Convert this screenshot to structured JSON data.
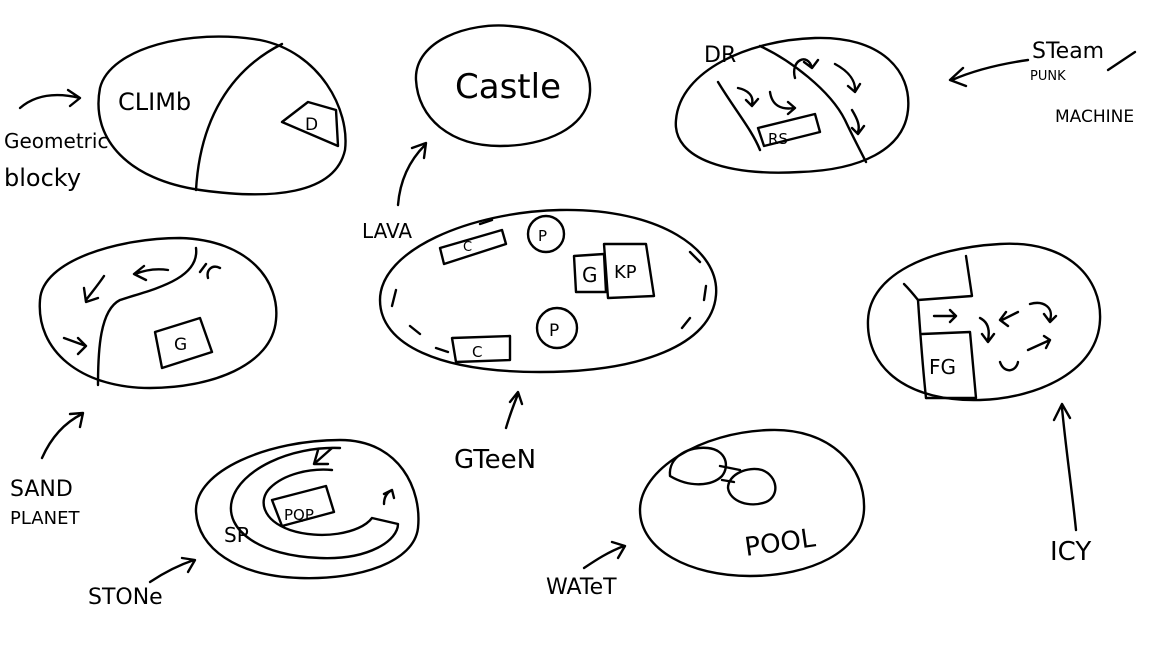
{
  "diagram": {
    "islands": [
      {
        "id": "climb",
        "label": "CLIMb",
        "room": "D",
        "annotation": [
          "Geometric",
          "blocky"
        ]
      },
      {
        "id": "castle",
        "label": "Castle",
        "annotation": [
          "LAVA"
        ]
      },
      {
        "id": "steampunk",
        "label": "DR",
        "room": "RS",
        "annotation": [
          "STeam",
          "PUNK",
          "MACHINE"
        ]
      },
      {
        "id": "sand",
        "room": "G",
        "annotation": [
          "SAND",
          "PLANET"
        ]
      },
      {
        "id": "green",
        "rooms": [
          "C",
          "P",
          "G",
          "KP",
          "P",
          "C"
        ],
        "annotation": [
          "GTeeN"
        ]
      },
      {
        "id": "icy",
        "room": "FG",
        "annotation": [
          "ICY"
        ]
      },
      {
        "id": "stone",
        "room": "SP",
        "inner": "PQP",
        "annotation": [
          "STONe"
        ]
      },
      {
        "id": "water",
        "label": "POOL",
        "annotation": [
          "WATeT"
        ]
      }
    ]
  }
}
